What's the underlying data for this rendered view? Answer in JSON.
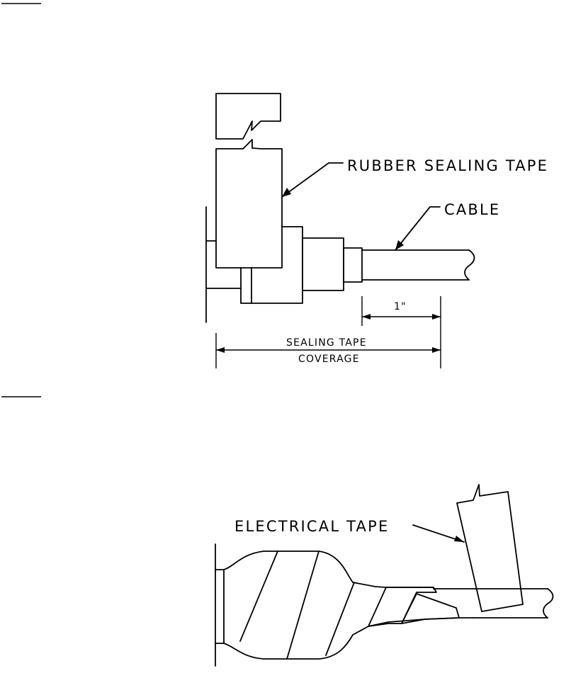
{
  "figure_top": {
    "label_rubber_sealing_tape": "RUBBER SEALING TAPE",
    "label_cable": "CABLE",
    "dimension_1": "1\"",
    "dimension_coverage_line1": "SEALING TAPE",
    "dimension_coverage_line2": "COVERAGE"
  },
  "figure_bottom": {
    "label_electrical_tape": "ELECTRICAL TAPE"
  }
}
